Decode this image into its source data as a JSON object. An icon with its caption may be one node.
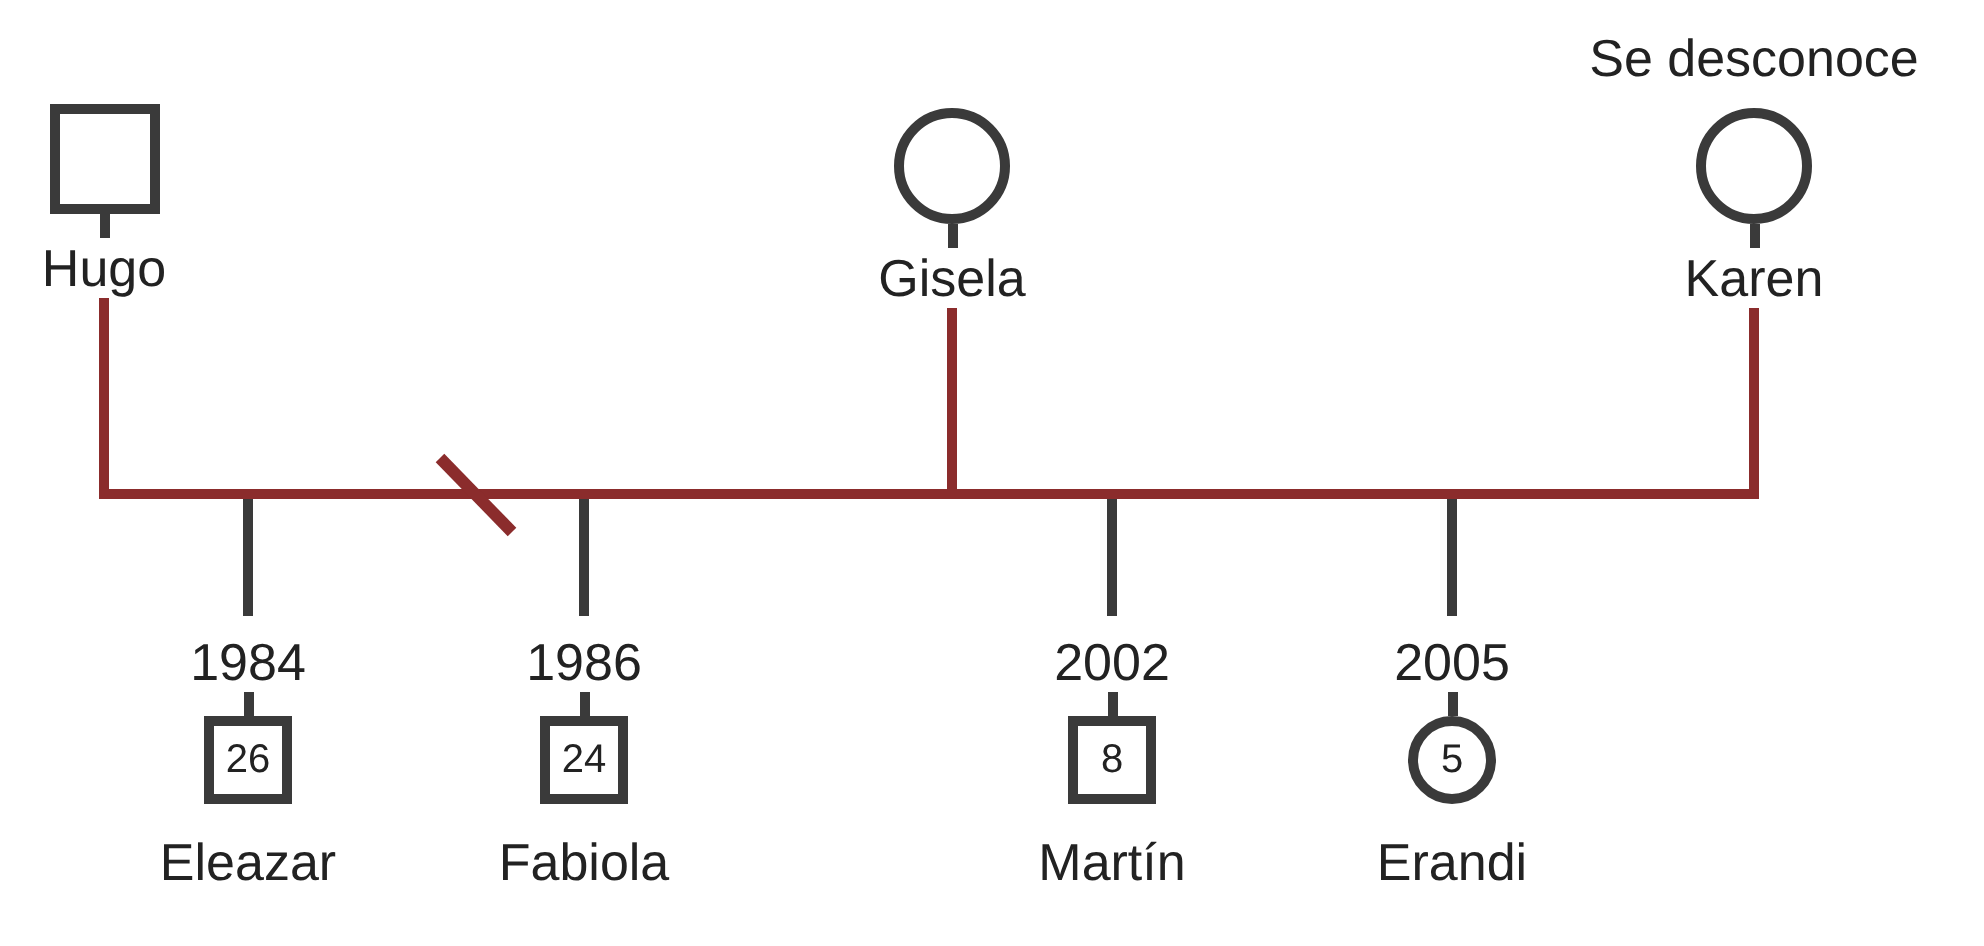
{
  "diagram": {
    "nodes": [
      {
        "text": [
          "Hugo"
        ]
      },
      {
        "text": [
          "Gisela"
        ]
      },
      {
        "text": [
          "Karen"
        ],
        "beside": [
          "Se desconoce"
        ]
      },
      {
        "text": [
          "26",
          "Eleazar"
        ],
        "beside": [
          "1984"
        ]
      },
      {
        "text": [
          "24",
          "Fabiola"
        ],
        "beside": [
          "1986"
        ]
      },
      {
        "text": [
          "8",
          "Martín"
        ],
        "beside": [
          "2002"
        ]
      },
      {
        "text": [
          "5",
          "Erandi"
        ],
        "beside": [
          "2005"
        ]
      }
    ],
    "edges": [
      {
        "from": 0,
        "to": 1,
        "arrow": "none",
        "color": "#8b2c2c"
      },
      {
        "from": 1,
        "to": 2,
        "arrow": "none",
        "color": "#8b2c2c"
      },
      {
        "from": null,
        "to": 3,
        "arrow": "none"
      },
      {
        "from": null,
        "to": 4,
        "arrow": "none"
      },
      {
        "from": null,
        "to": 5,
        "arrow": "none"
      },
      {
        "from": null,
        "to": 6,
        "arrow": "none"
      }
    ]
  }
}
